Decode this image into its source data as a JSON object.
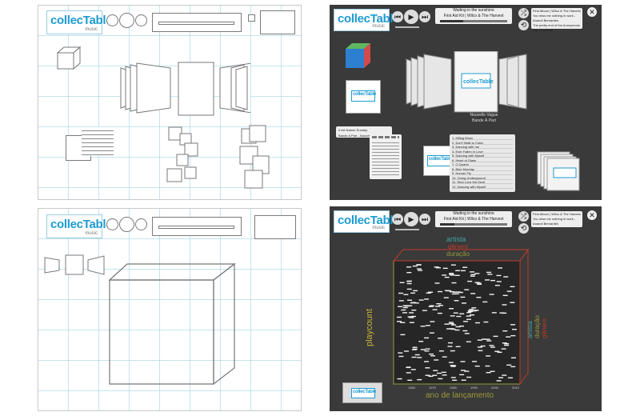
{
  "logo": {
    "title": "collecTable",
    "subtitle": "music"
  },
  "player": {
    "prev_icon": "prev-icon",
    "play_icon": "play-icon",
    "next_icon": "next-icon",
    "now_playing_label": "Waiting in the sunshine",
    "now_playing_sub": "First Aid Kit | Wilco & The Harvest",
    "shuffle_icon": "shuffle-icon",
    "repeat_icon": "repeat-icon",
    "close_icon": "close-icon",
    "queue_line1": "First Album | Wilco & The Harvest",
    "queue_line2": "You miss me nothing in work - Anandi Bernardes",
    "queue_line3": "The pretty end of the Anonymous sky - Charlotte"
  },
  "album": {
    "title": "Nouvelle Vague",
    "artist": "Bande À Part"
  },
  "notes": {
    "title": "Il est Nature Sunday",
    "sub": "Bande A Part - Nouvelle Vague"
  },
  "tracklist": {
    "rows": [
      "1. Killing Moon",
      "2. Don't Walk to Cuba",
      "3. Dancing with me",
      "4. Ever Fallen in Love",
      "5. Dancing with Myself",
      "6. Heart of Glass",
      "7. O Quarto",
      "8. Blue Monday",
      "9. Human Fly",
      "10. Going Underground",
      "11. Shot Love the Devil",
      "12. Dancing with Myself"
    ]
  },
  "viz": {
    "labels_top": [
      "artista",
      "gênero",
      "duração"
    ],
    "y_label": "playcount",
    "x_label": "ano de lançamento",
    "right_labels": [
      "artista",
      "duração",
      "gênero"
    ],
    "years": [
      "1960",
      "1970",
      "1980",
      "1990",
      "2000",
      "2010"
    ]
  },
  "colors": {
    "accent": "#1d9bd1",
    "dark_bg": "#3a3a3a",
    "olive": "#9a9a3a",
    "teal": "#3fa1a1",
    "red": "#c0392b"
  }
}
